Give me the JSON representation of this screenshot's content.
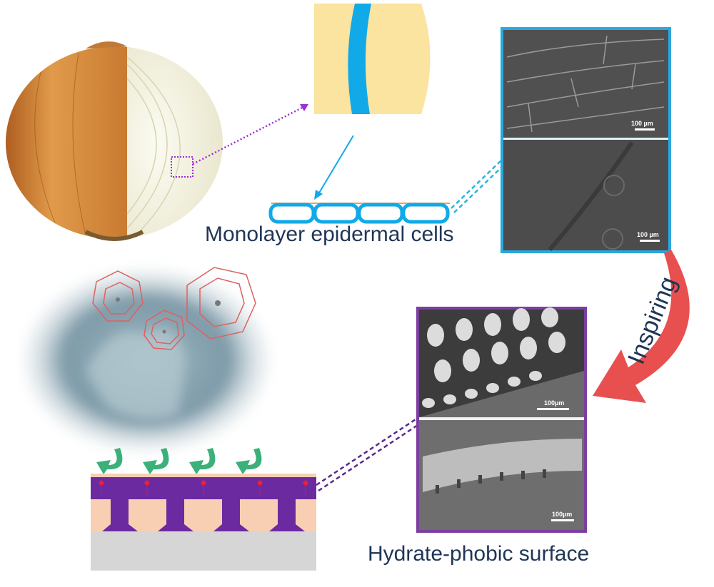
{
  "labels": {
    "monolayer": "Monolayer epidermal cells",
    "hydrate_phobic": "Hydrate-phobic surface",
    "inspiring": "Inspiring"
  },
  "sem_onion": {
    "top_scale": "100 µm",
    "bottom_scale": "100 µm"
  },
  "sem_surface": {
    "top_scale": "100µm",
    "bottom_scale": "100µm"
  },
  "colors": {
    "text": "#1f3656",
    "cell_blue": "#12a9e8",
    "cell_yellow": "#fbe3a0",
    "onion_frame": "#29a8e0",
    "surface_frame": "#7b3fa0",
    "purple": "#6b2aa0",
    "peach": "#f8cfb2",
    "substrate": "#d6d6d6",
    "arrow_red": "#e8504f",
    "cage_red": "#e06060",
    "green": "#3bb07a"
  }
}
